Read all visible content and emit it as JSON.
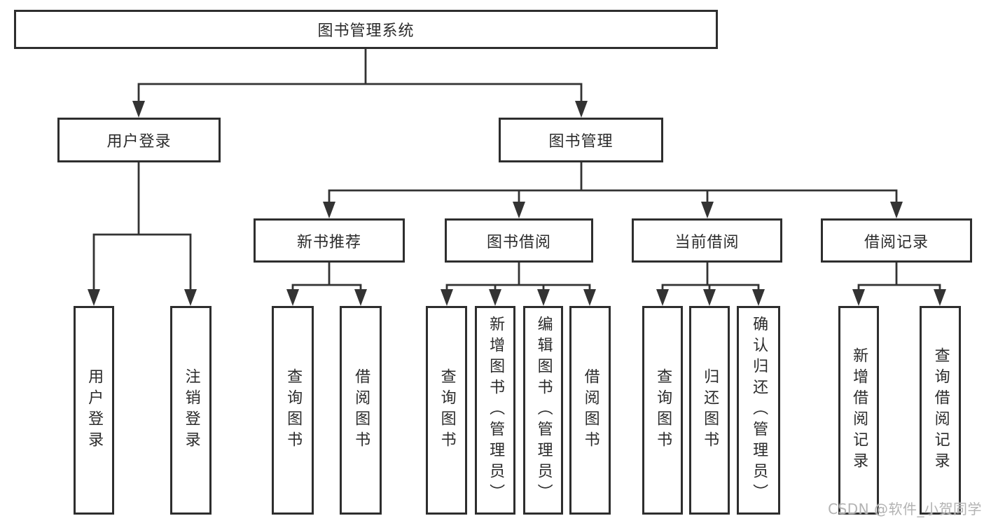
{
  "tree": {
    "root": {
      "label": "图书管理系统"
    },
    "branches": [
      {
        "label": "用户登录",
        "children": [
          "用户登录",
          "注销登录"
        ]
      },
      {
        "label": "图书管理",
        "groups": [
          {
            "label": "新书推荐",
            "children": [
              "查询图书",
              "借阅图书"
            ]
          },
          {
            "label": "图书借阅",
            "children": [
              "查询图书",
              "新增图书（管理员）",
              "编辑图书（管理员）",
              "借阅图书"
            ]
          },
          {
            "label": "当前借阅",
            "children": [
              "查询图书",
              "归还图书",
              "确认归还（管理员）"
            ]
          },
          {
            "label": "借阅记录",
            "children": [
              "新增借阅记录",
              "查询借阅记录"
            ]
          }
        ]
      }
    ]
  },
  "edges": [
    {
      "from": "图书管理系统",
      "to": "用户登录"
    },
    {
      "from": "图书管理系统",
      "to": "图书管理"
    },
    {
      "from": "用户登录",
      "to": "用户登录"
    },
    {
      "from": "用户登录",
      "to": "注销登录"
    },
    {
      "from": "图书管理",
      "to": "新书推荐"
    },
    {
      "from": "图书管理",
      "to": "图书借阅"
    },
    {
      "from": "图书管理",
      "to": "当前借阅"
    },
    {
      "from": "图书管理",
      "to": "借阅记录"
    },
    {
      "from": "新书推荐",
      "to": "查询图书"
    },
    {
      "from": "新书推荐",
      "to": "借阅图书"
    },
    {
      "from": "图书借阅",
      "to": "查询图书"
    },
    {
      "from": "图书借阅",
      "to": "新增图书（管理员）"
    },
    {
      "from": "图书借阅",
      "to": "编辑图书（管理员）"
    },
    {
      "from": "图书借阅",
      "to": "借阅图书"
    },
    {
      "from": "当前借阅",
      "to": "查询图书"
    },
    {
      "from": "当前借阅",
      "to": "归还图书"
    },
    {
      "from": "当前借阅",
      "to": "确认归还（管理员）"
    },
    {
      "from": "借阅记录",
      "to": "新增借阅记录"
    },
    {
      "from": "借阅记录",
      "to": "查询借阅记录"
    }
  ],
  "watermark": {
    "text": "CSDN @软件_小贺同学"
  },
  "colors": {
    "line": "#333333",
    "box_border": "#2e2e2e",
    "text": "#2b2b2b",
    "watermark": "#b3b3b3",
    "background": "#ffffff"
  }
}
